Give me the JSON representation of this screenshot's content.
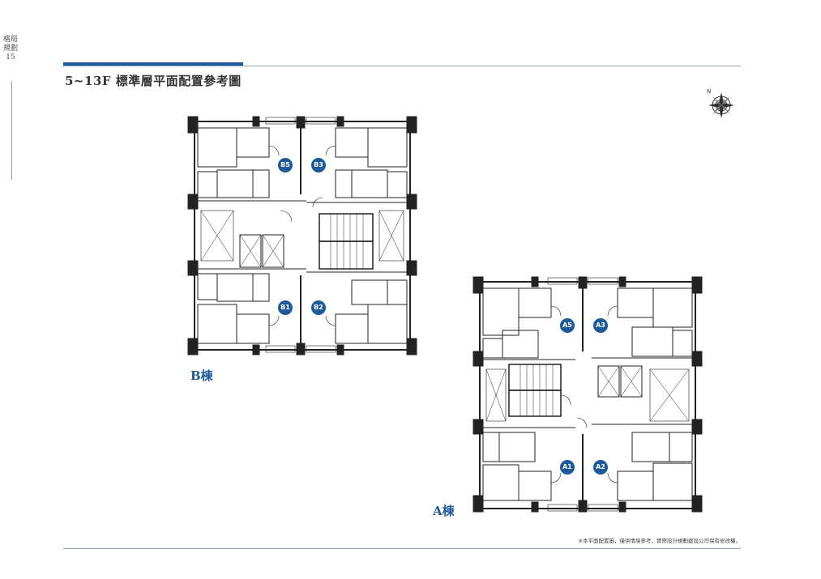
{
  "side": {
    "label": "格局規劃15"
  },
  "title": "5~13F 標準層平面配置參考圖",
  "buildings": {
    "b": {
      "label": "B棟",
      "units": [
        "B5",
        "B3",
        "B1",
        "B2"
      ]
    },
    "a": {
      "label": "A棟",
      "units": [
        "A5",
        "A3",
        "A1",
        "A2"
      ]
    }
  },
  "footnote": "※本平面配置圖，僅供情境參考，實際設計規劃建設公司保有修改權。",
  "colors": {
    "accent": "#1d5a9c",
    "line": "#222222"
  },
  "icons": {
    "compass": "compass-rose-icon"
  }
}
